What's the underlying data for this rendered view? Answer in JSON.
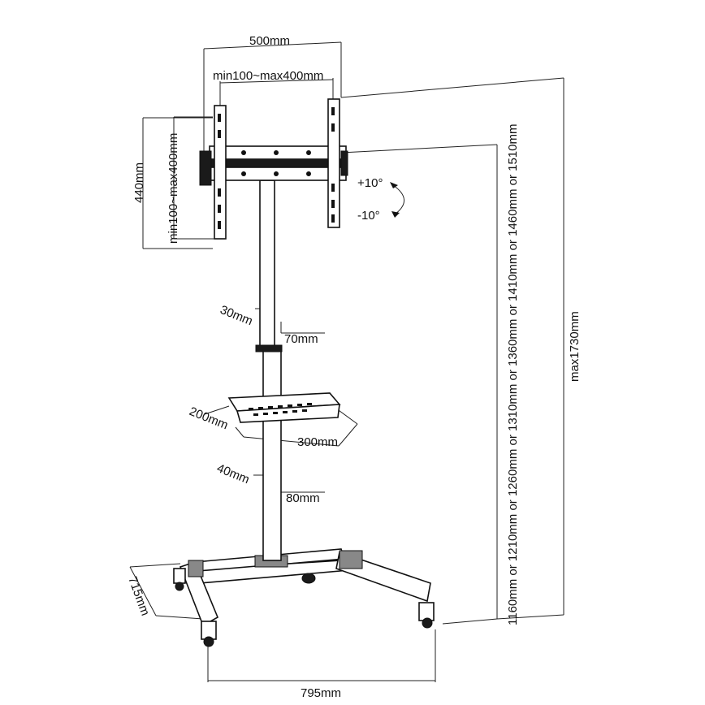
{
  "diagram": {
    "labels": {
      "bracket_width": "500mm",
      "vesa_horizontal": "min100~max400mm",
      "bracket_height": "440mm",
      "vesa_vertical": "min100~max400mm",
      "tilt_up": "+10°",
      "tilt_down": "-10°",
      "column_depth_upper": "30mm",
      "column_width_upper": "70mm",
      "shelf_depth": "200mm",
      "shelf_width": "300mm",
      "column_depth_lower": "40mm",
      "column_width_lower": "80mm",
      "base_depth": "715mm",
      "base_width": "795mm",
      "height_options": "1160mm or 1210mm or 1260mm or 1310mm or 1360mm or 1410mm or 1460mm or 1510mm",
      "max_height": "max1730mm"
    }
  }
}
